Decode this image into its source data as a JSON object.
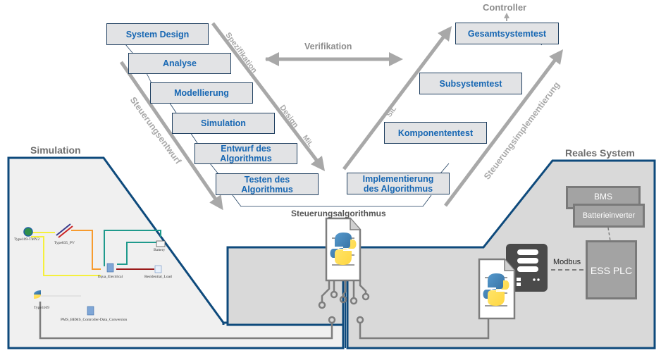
{
  "diagram": {
    "type": "V-model",
    "left_branch": {
      "boxes": [
        "System Design",
        "Analyse",
        "Modellierung",
        "Simulation",
        "Entwurf des\nAlgorithmus",
        "Testen des\nAlgorithmus"
      ],
      "arrow_outer": "Steuerungsentwurf",
      "arrow_inner_labels": [
        "Spezifikation",
        "Design",
        "MiL"
      ]
    },
    "right_branch": {
      "boxes": [
        "Implementierung\ndes Algorithmus",
        "Komponententest",
        "Subsystemtest",
        "Gesamtsystemtest"
      ],
      "arrow_outer": "Steuerungsimplementierung",
      "arrow_inner_label": "SiL",
      "top_label": "Controller"
    },
    "center_arrow_label": "Verifikation",
    "bottom_label": "Steuerungsalgorithmus"
  },
  "simulation": {
    "title": "Simulation",
    "components": {
      "weather": "Type109-TMY2",
      "pv": "Type835_PV",
      "battery": "Battery",
      "equa": "Equa_Electrical",
      "load": "Residential_Load",
      "python": "Type3169",
      "conversion": "PMS_BEMS_Controller-Data_Conversion"
    }
  },
  "real_system": {
    "title": "Reales System",
    "bms": "BMS",
    "inverter": "Batterieinverter",
    "plc": "ESS PLC",
    "link_label": "Modbus"
  },
  "icons": [
    "python-file-icon",
    "server-icon",
    "circuit-pin-icon"
  ],
  "colors": {
    "box_text": "#1767b3",
    "box_fill": "#e2e3e5",
    "border_blue": "#0e4a7c",
    "arrow_gray": "#a8a8a8",
    "sim_fill": "#f0f0f0",
    "real_fill": "#d9d9d9"
  }
}
